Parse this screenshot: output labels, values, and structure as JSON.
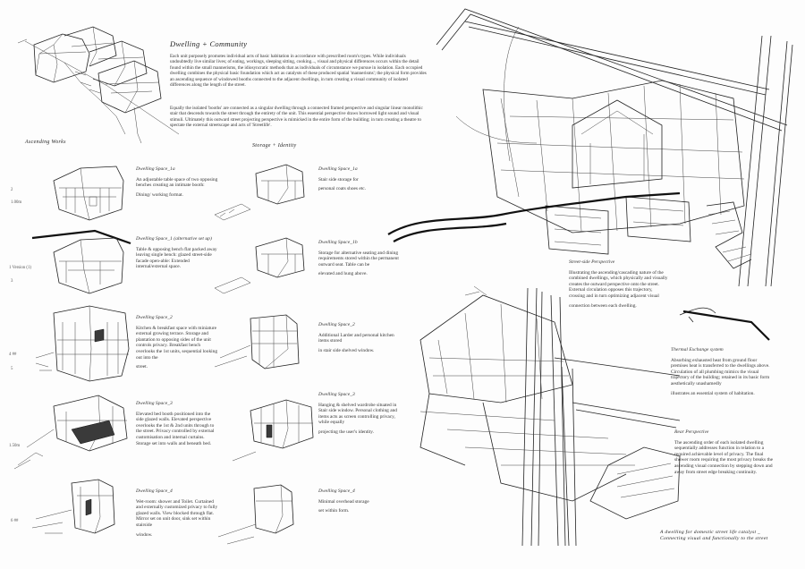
{
  "header": {
    "title": "Dwelling + Community",
    "intro": "Each unit purposely promotes individual acts of basic habitation in accordance with prescribed room's types. While individuals undoubtedly live similar lives; of eating, workings, sleeping sitting, cooking..., visual and physical differences occurs within the detail found within the small mannerisms, the idiosyncratic methods that as individuals of circumstance we pursue in isolation. Each occupied dwelling combines the physical basic foundation which act as catalysts of these produced spatial 'mannerisms'; the physical form provides an ascending sequence of windowed booths connected to the adjacent dwellings, in turn creating a visual community of isolated differences along the length of the street.",
    "intro2": "Equally the isolated 'booths' are connected as a singular dwelling through a connected framed perspective and singular linear monolithic stair that descends towards the street through the entirety of the unit. This essential perspective draws borrowed light sound and visual stimuli. Ultimately this outward street projecting perspective is mimicked in the entire form of the building; in turn creating a theatre to spectate the external streetscape and acts of 'Streetlife'."
  },
  "section_labels": {
    "left": "Ascending Works",
    "mid": "Storage + Identity"
  },
  "side_labels": [
    "2",
    "1.00m",
    "1 Version (1)",
    "3",
    "4 ##",
    "5",
    "1.50m",
    "6 ##"
  ],
  "left_panels": [
    {
      "heading": "Dwelling Space_1a",
      "body": [
        "An adjustable table space of two opposing benches creating an intimate booth:",
        "Dining/ working format."
      ]
    },
    {
      "heading": "Dwelling Space_1 (alternative set up)",
      "body": [
        "Table & opposing bench flat packed away leaving single bench: glazed street-side facade open-able: Extended internal/external space."
      ]
    },
    {
      "heading": "Dwelling Space_2",
      "body": [
        "Kitchen & breakfast space with miniature external growing terrace. Storage and plantation to opposing sides of the unit controls privacy. Breakfast bench overlooks the 1st units, sequential looking out into the",
        "street."
      ]
    },
    {
      "heading": "Dwelling Space_3",
      "body": [
        "Elevated bed booth positioned into the side glazed walls.  Elevated perspective overlooks the 1st & 2nd units through to the street. Privacy controlled by external customisation and internal curtains. Storage set into walls and beneath bed."
      ]
    },
    {
      "heading": "Dwelling Space_4",
      "body": [
        "Wet-room: shower and Toilet. Curtained and externally customized privacy to fully glazed walls.  View blocked through flat. Mirror set on unit door, sink set within stairside",
        "window."
      ]
    }
  ],
  "mid_panels": [
    {
      "heading": "Dwelling Space_1a",
      "body": [
        "Stair side storage for",
        "personal coats shoes etc."
      ]
    },
    {
      "heading": "Dwelling Space_1b",
      "body": [
        "Storage for alternative seating and dining requirements stored within the permanent outward seat. Table can be",
        "elevated and hung above."
      ]
    },
    {
      "heading": "Dwelling Space_2",
      "body": [
        "Additional Larder and personal kitchen items stored",
        "in stair side shelved window."
      ]
    },
    {
      "heading": "Dwelling Space_3",
      "body": [
        "Hanging & shelved wardrobe situated in Stair side window. Personal clothing and items acts as screen controlling privacy, while equally",
        "projecting the user's identity."
      ]
    },
    {
      "heading": "Dwelling Space_4",
      "body": [
        "Minimal overhead storage",
        "set within form."
      ]
    }
  ],
  "right_notes": [
    {
      "heading": "Street-side Perspective",
      "body": [
        "Illustrating the ascending/cascading nature of the combined dwellings, which physically and visually creates the outward perspective onto the street. External circulation opposes this trajectory, crossing and in turn optimizing adjacent visual",
        "connection between each dwelling."
      ]
    },
    {
      "heading": "Thermal Exchange system",
      "body": [
        "Absorbing exhausted heat from ground floor premises heat is transferred to the dwellings above. Circulation of all plumbing mimics the visual trajectory of the building; retained in its basic form aesthetically unashamedly",
        "illustrates an essential system of habitation."
      ]
    },
    {
      "heading": "Rear Perspective",
      "body": [
        "The ascending order of each isolated dwelling sequentially addresses function in relation to a required achievable level of privacy. The final shower room requiring the most privacy breaks the ascending visual connection by stepping down and away from street edge breaking continuity."
      ]
    }
  ],
  "footer": "A dwelling for domestic street life catalyst _ Connecting visual and functionally to the street"
}
